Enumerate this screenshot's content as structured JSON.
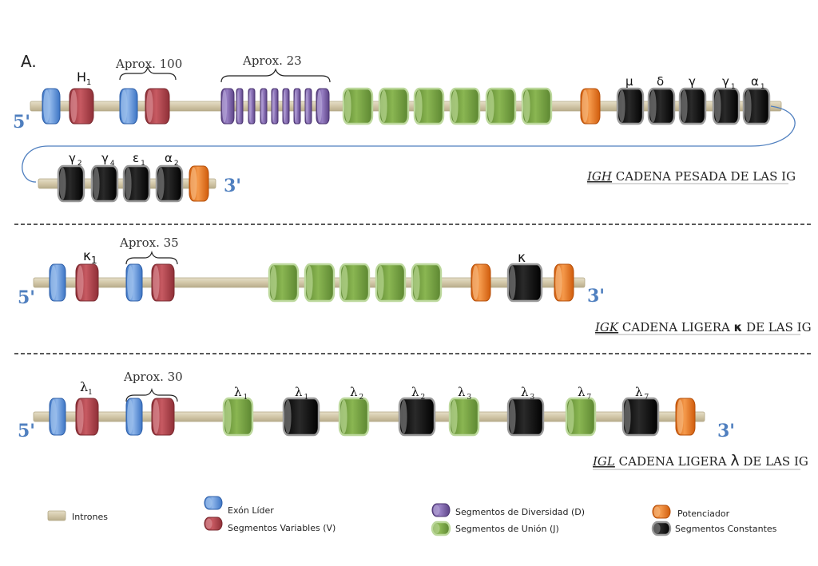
{
  "panel_label": "A.",
  "colors": {
    "intron": "#d6ccb0",
    "leader": "#5b8fd6",
    "variable": "#b8474f",
    "diversity": "#7b5ea7",
    "union": "#7fa64a",
    "enhancer": "#e8741f",
    "constant": "#111111",
    "end_label": "#4f7fbf"
  },
  "igh": {
    "end5": "5'",
    "end3": "3'",
    "v_brace": "Aprox. 100",
    "d_brace": "Aprox. 23",
    "v_label": "H",
    "v_label_sub": "1",
    "c_labels_row1": [
      {
        "main": "μ",
        "sub": ""
      },
      {
        "main": "δ",
        "sub": ""
      },
      {
        "main": "γ",
        "sub": ""
      },
      {
        "main": "γ",
        "sub": "1"
      },
      {
        "main": "α",
        "sub": "1"
      }
    ],
    "c_labels_row2": [
      {
        "main": "γ",
        "sub": "2"
      },
      {
        "main": "γ",
        "sub": "4"
      },
      {
        "main": "ε",
        "sub": "1"
      },
      {
        "main": "α",
        "sub": "2"
      }
    ],
    "title_gene": "IGH",
    "title_rest": " CADENA PESADA DE LAS IG"
  },
  "igk": {
    "end5": "5'",
    "end3": "3'",
    "brace": "Aprox. 35",
    "v_label": "κ",
    "v_label_sub": "1",
    "c_label": "κ",
    "title_gene": "IGK",
    "title_rest1": " CADENA LIGERA ",
    "title_symbol": "κ",
    "title_rest2": " DE LAS IG"
  },
  "igl": {
    "end5": "5'",
    "end3": "3'",
    "brace": "Aprox. 30",
    "v_label": {
      "main": "λ",
      "sub": "1"
    },
    "pair_labels": [
      {
        "main": "λ",
        "sub": "1"
      },
      {
        "main": "λ",
        "sub": "1"
      },
      {
        "main": "λ",
        "sub": "2"
      },
      {
        "main": "λ",
        "sub": "2"
      },
      {
        "main": "λ",
        "sub": "3"
      },
      {
        "main": "λ",
        "sub": "3"
      },
      {
        "main": "λ",
        "sub": "7"
      },
      {
        "main": "λ",
        "sub": "7"
      }
    ],
    "title_gene": "IGL",
    "title_rest1": " CADENA LIGERA ",
    "title_symbol": "λ",
    "title_rest2": " DE LAS IG"
  },
  "legend": {
    "intron": "Intrones",
    "leader": "Exón Líder",
    "variable": "Segmentos Variables (V)",
    "diversity": "Segmentos de Diversidad (D)",
    "union": "Segmentos de Unión (J)",
    "enhancer": "Potenciador",
    "constant": "Segmentos Constantes"
  }
}
